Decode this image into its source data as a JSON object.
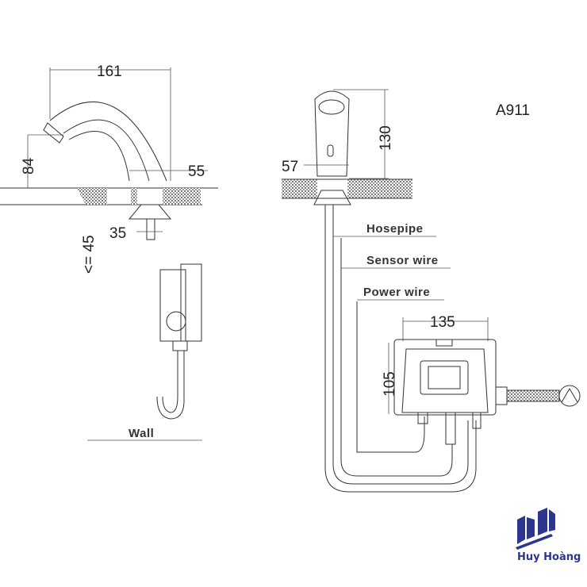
{
  "model": "A911",
  "side_view": {
    "width": "161",
    "height": "84",
    "base": "55",
    "shank": "35",
    "deck_thickness": "<= 45"
  },
  "wall_view": {
    "wall_label": "Wall"
  },
  "front_view": {
    "width": "57",
    "height": "130"
  },
  "labels": {
    "hosepipe": "Hosepipe",
    "sensor_wire": "Sensor wire",
    "power_wire": "Power wire"
  },
  "control_box": {
    "width": "135",
    "height": "105"
  },
  "logo": {
    "text": "Huy Hoàng",
    "color": "#2c3590"
  }
}
